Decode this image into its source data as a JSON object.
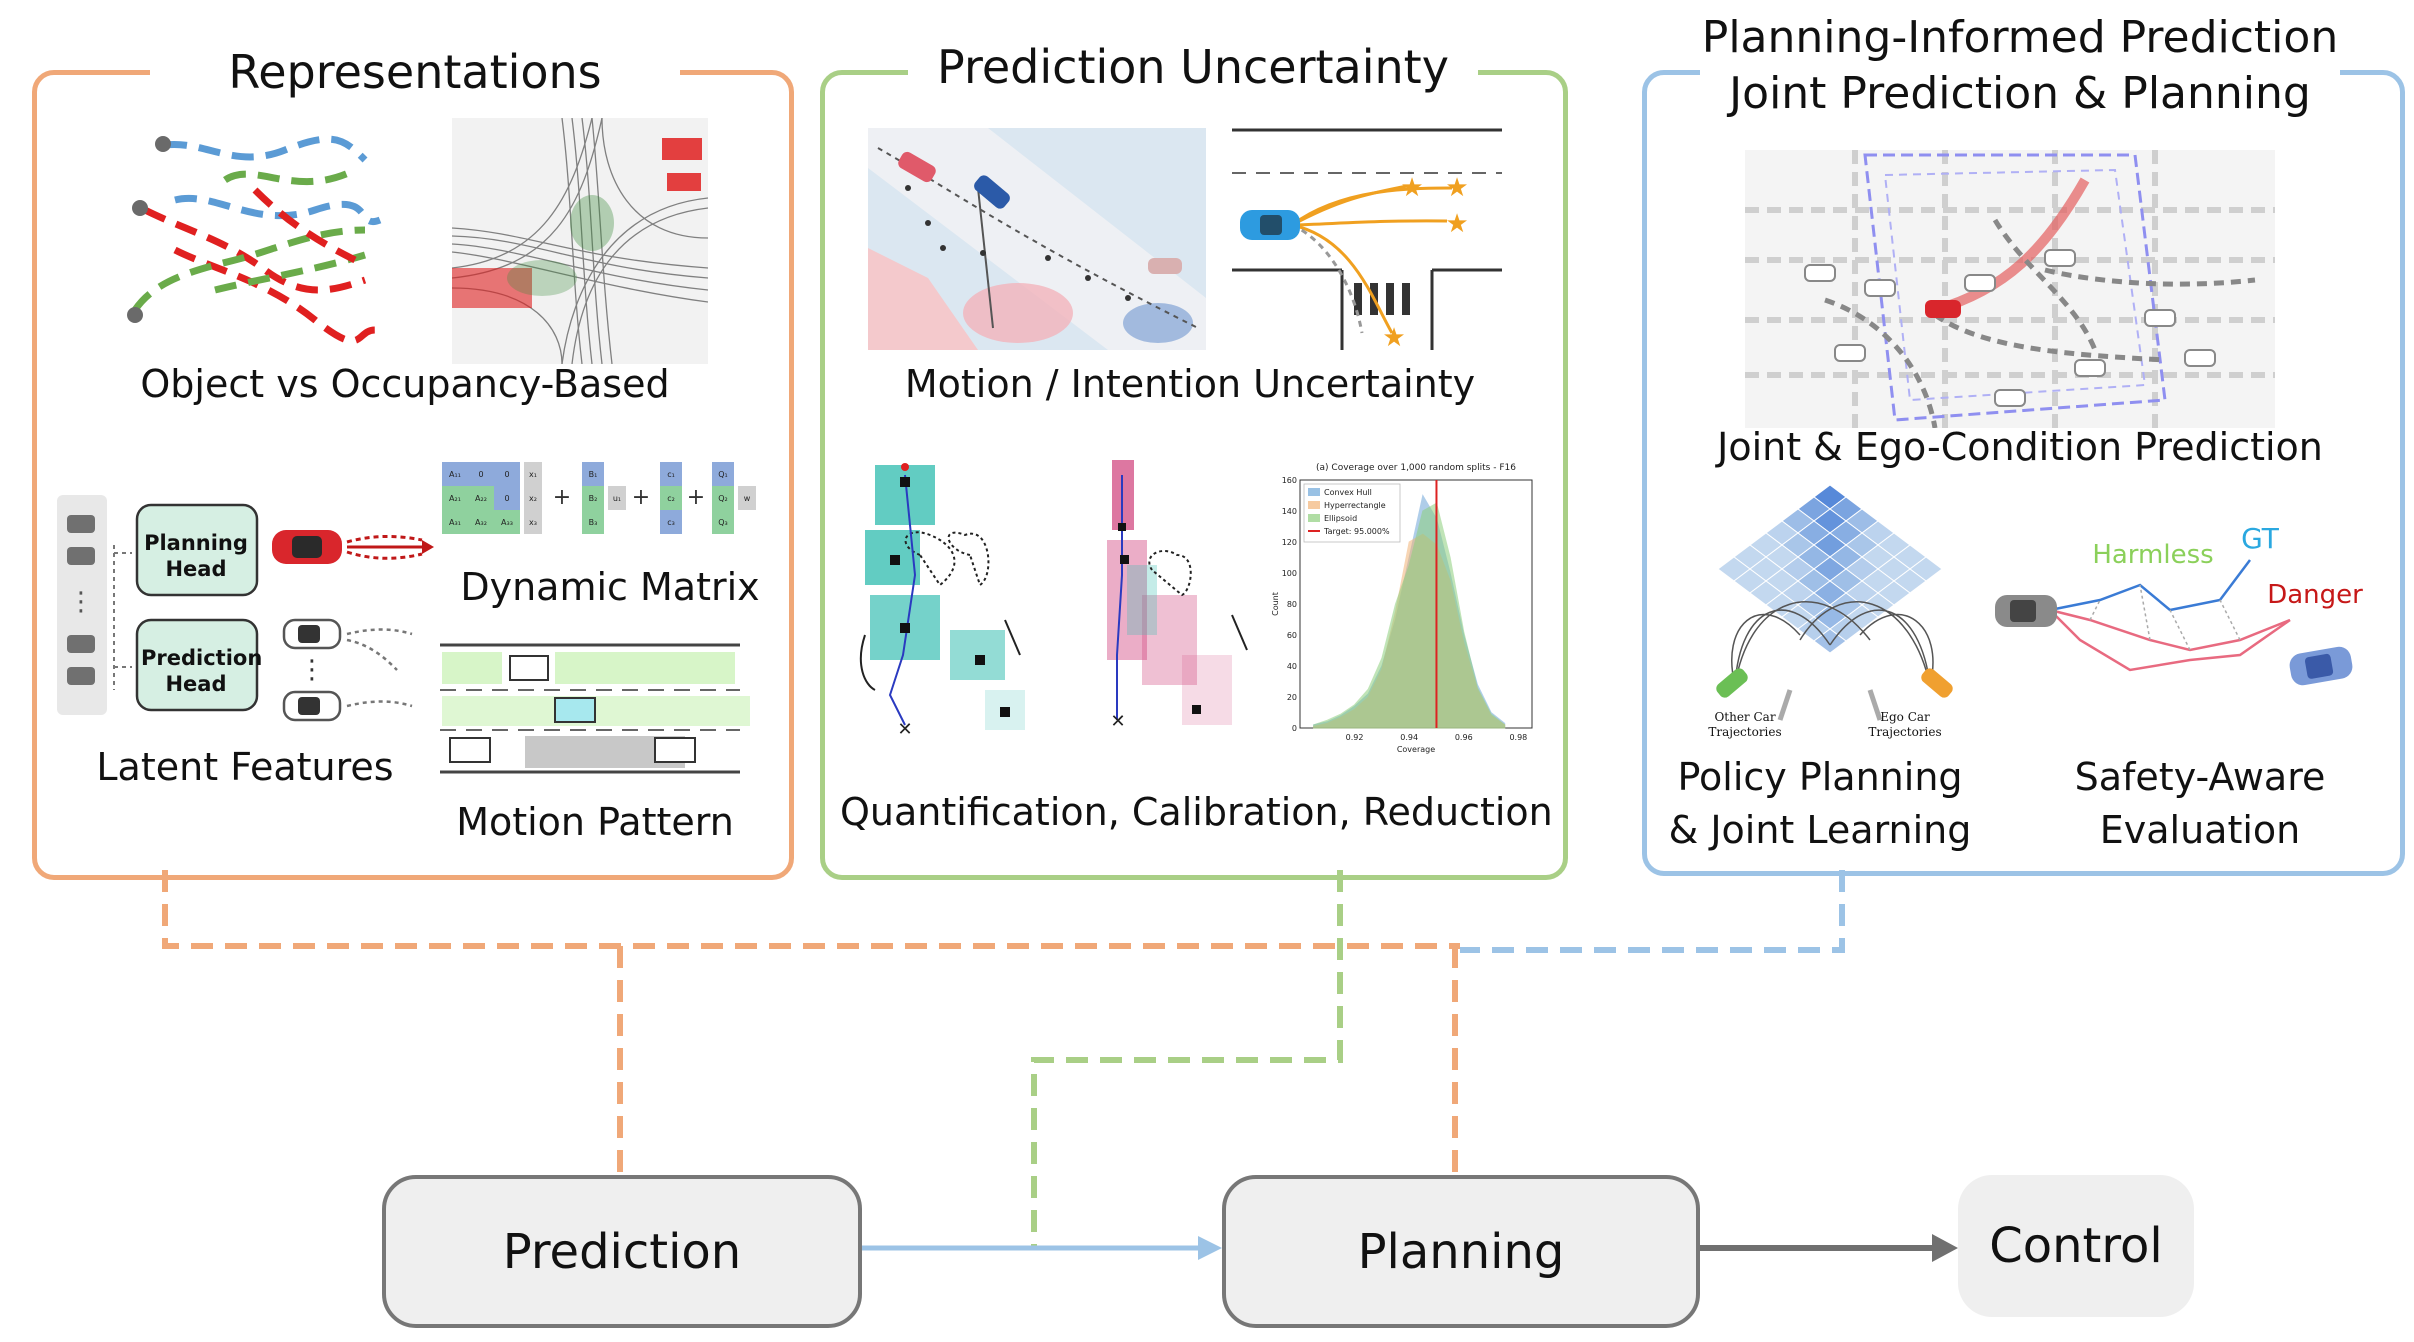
{
  "colors": {
    "orange": "#f0a878",
    "green": "#a9cf86",
    "blue": "#9cc3e6",
    "grey_box": "#efefef",
    "grey_border": "#777777",
    "arrow_grey": "#707070",
    "car_red": "#d9262c",
    "car_blue": "#2d8fd6",
    "star_orange": "#f0a020"
  },
  "panels": {
    "representations": {
      "title": "Representations",
      "object_occupancy_label": "Object vs Occupancy-Based",
      "dynamic_matrix_label": "Dynamic Matrix",
      "latent_features_label": "Latent Features",
      "motion_pattern_label": "Motion Pattern",
      "planning_head": "Planning Head",
      "prediction_head": "Prediction Head",
      "matrix_a": [
        "A₁₁",
        "0",
        "0",
        "A₂₁",
        "A₂₂",
        "0",
        "A₃₁",
        "A₃₂",
        "A₃₃"
      ],
      "vector_x": [
        "x₁",
        "x₂",
        "x₃"
      ],
      "vector_b": [
        "B₁",
        "B₂",
        "B₃"
      ],
      "vector_c": [
        "c₁",
        "c₂",
        "c₃"
      ],
      "vector_q": [
        "Q₁",
        "Q₂",
        "Q₃"
      ],
      "u_label": "u₁",
      "w_label": "w",
      "plus": "+",
      "ellipsis_v": "⋮"
    },
    "uncertainty": {
      "title": "Prediction Uncertainty",
      "motion_label": "Motion / Intention Uncertainty",
      "quant_label": "Quantification, Calibration, Reduction"
    },
    "joint": {
      "title_line1": "Planning-Informed Prediction",
      "title_line2": "Joint Prediction & Planning",
      "joint_label": "Joint & Ego-Condition Prediction",
      "policy_line1": "Policy Planning",
      "policy_line2": "& Joint Learning",
      "safety_line1": "Safety-Aware",
      "safety_line2": "Evaluation",
      "other_car": "Other Car Trajectories",
      "ego_car": "Ego Car Trajectories",
      "harmless": "Harmless",
      "gt": "GT",
      "danger": "Danger"
    }
  },
  "flow": {
    "prediction": "Prediction",
    "planning": "Planning",
    "control": "Control"
  },
  "chart_data": {
    "type": "histogram",
    "title": "(a) Coverage over 1,000 random splits - F16",
    "xlabel": "Coverage",
    "ylabel": "Count",
    "xlim": [
      0.9,
      0.985
    ],
    "ylim": [
      0,
      160
    ],
    "xticks": [
      "0.92",
      "0.94",
      "0.96",
      "0.98"
    ],
    "yticks": [
      "0",
      "20",
      "40",
      "60",
      "80",
      "100",
      "120",
      "140",
      "160"
    ],
    "legend": [
      "Convex Hull",
      "Hyperrectangle",
      "Ellipsoid",
      "Target: 95.000%"
    ],
    "legend_position": "top-left",
    "target": 0.95,
    "bins": [
      0.905,
      0.91,
      0.915,
      0.92,
      0.925,
      0.93,
      0.935,
      0.94,
      0.945,
      0.95,
      0.955,
      0.96,
      0.965,
      0.97,
      0.975
    ],
    "series": [
      {
        "name": "Convex Hull",
        "color": "#6ea6d8",
        "values": [
          2,
          4,
          8,
          14,
          22,
          40,
          70,
          110,
          150,
          135,
          100,
          60,
          28,
          10,
          3
        ]
      },
      {
        "name": "Hyperrectangle",
        "color": "#f2b478",
        "values": [
          1,
          3,
          7,
          12,
          20,
          38,
          75,
          120,
          125,
          118,
          95,
          55,
          25,
          8,
          2
        ]
      },
      {
        "name": "Ellipsoid",
        "color": "#8ecf7e",
        "values": [
          2,
          5,
          9,
          15,
          25,
          45,
          80,
          105,
          140,
          145,
          110,
          62,
          26,
          9,
          2
        ]
      }
    ]
  }
}
